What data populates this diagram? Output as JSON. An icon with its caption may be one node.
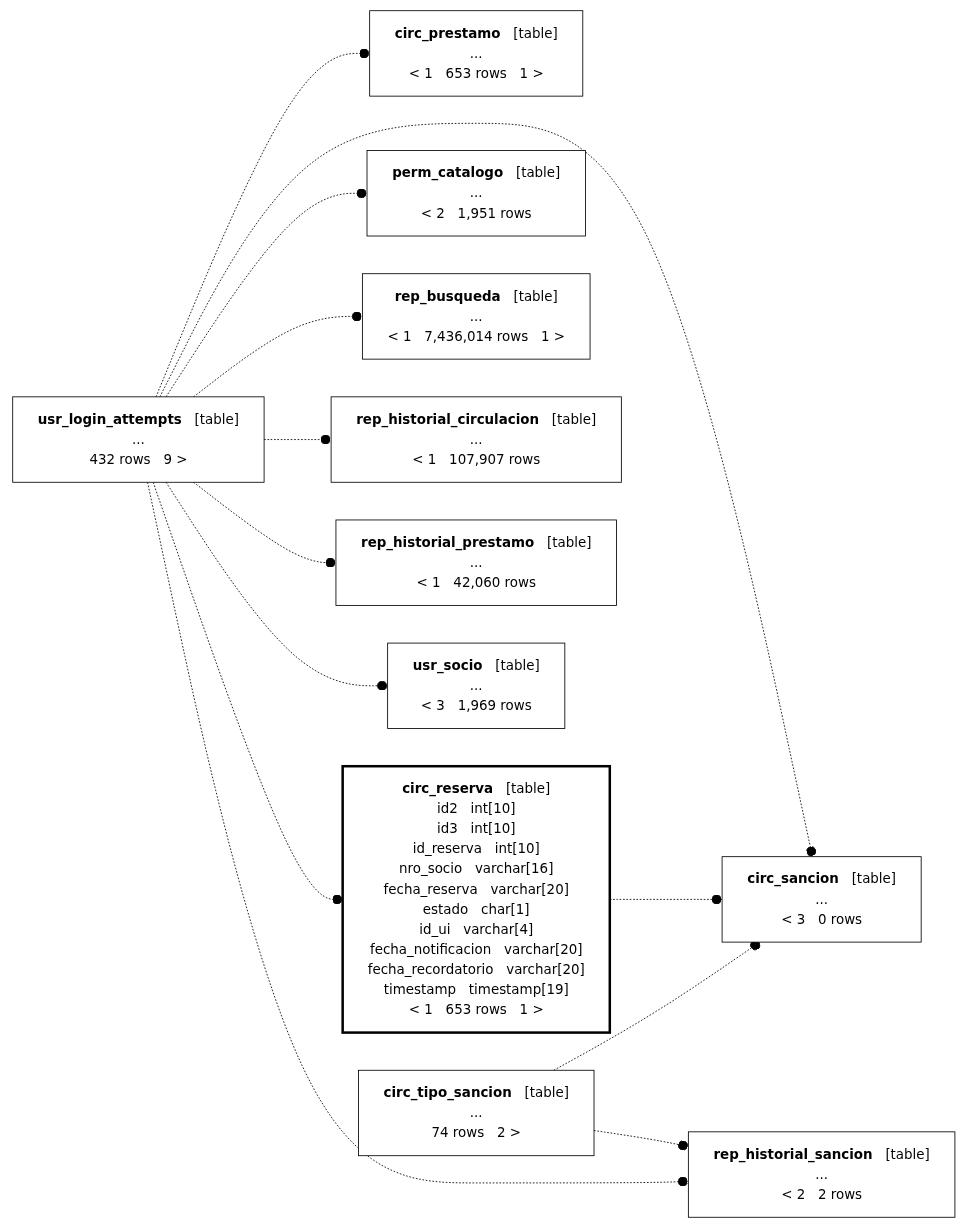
{
  "diagram": {
    "nodes": [
      {
        "text": [
          "circ_prestamo",
          "[table]",
          "...",
          "< 1",
          "653 rows",
          "1 >"
        ]
      },
      {
        "text": [
          "circ_reserva",
          "[table]",
          "id2",
          "int[10]",
          "id3",
          "int[10]",
          "id_reserva",
          "int[10]",
          "nro_socio",
          "varchar[16]",
          "fecha_reserva",
          "varchar[20]",
          "estado",
          "char[1]",
          "id_ui",
          "varchar[4]",
          "fecha_notificacion",
          "varchar[20]",
          "fecha_recordatorio",
          "varchar[20]",
          "timestamp",
          "timestamp[19]",
          "< 1",
          "653 rows",
          "1 >"
        ]
      },
      {
        "text": [
          "circ_sancion",
          "[table]",
          "...",
          "< 3",
          "0 rows"
        ]
      },
      {
        "text": [
          "circ_tipo_sancion",
          "[table]",
          "...",
          "74 rows",
          "2 >"
        ]
      },
      {
        "text": [
          "rep_historial_sancion",
          "[table]",
          "...",
          "< 2",
          "2 rows"
        ]
      },
      {
        "text": [
          "usr_login_attempts",
          "[table]",
          "...",
          "432 rows",
          "9 >"
        ]
      },
      {
        "text": [
          "perm_catalogo",
          "[table]",
          "...",
          "< 2",
          "1,951 rows"
        ]
      },
      {
        "text": [
          "rep_busqueda",
          "[table]",
          "...",
          "< 1",
          "7,436,014 rows",
          "1 >"
        ]
      },
      {
        "text": [
          "rep_historial_circulacion",
          "[table]",
          "...",
          "< 1",
          "107,907 rows"
        ]
      },
      {
        "text": [
          "rep_historial_prestamo",
          "[table]",
          "...",
          "< 1",
          "42,060 rows"
        ]
      },
      {
        "text": [
          "usr_socio",
          "[table]",
          "...",
          "< 3",
          "1,969 rows"
        ]
      }
    ],
    "edges": [
      {
        "from": 5,
        "to": 0,
        "arrow": "other",
        "style": "dashed"
      },
      {
        "from": 5,
        "to": 2,
        "arrow": "other",
        "style": "dashed"
      },
      {
        "from": 5,
        "to": 1,
        "arrow": "other",
        "style": "dashed"
      },
      {
        "from": 1,
        "to": 2,
        "arrow": "other",
        "style": "dashed"
      },
      {
        "from": 3,
        "to": 2,
        "arrow": "other",
        "style": "dashed"
      },
      {
        "from": 3,
        "to": 4,
        "arrow": "other",
        "style": "dashed"
      },
      {
        "from": 5,
        "to": 4,
        "arrow": "other",
        "style": "dashed"
      },
      {
        "from": 5,
        "to": 6,
        "arrow": "other",
        "style": "dashed"
      },
      {
        "from": 5,
        "to": 7,
        "arrow": "other",
        "style": "dashed"
      },
      {
        "from": 5,
        "to": 8,
        "arrow": "other",
        "style": "dashed"
      },
      {
        "from": 5,
        "to": 9,
        "arrow": "other",
        "style": "dashed"
      },
      {
        "from": 5,
        "to": 10,
        "arrow": "other",
        "style": "dashed"
      }
    ]
  }
}
